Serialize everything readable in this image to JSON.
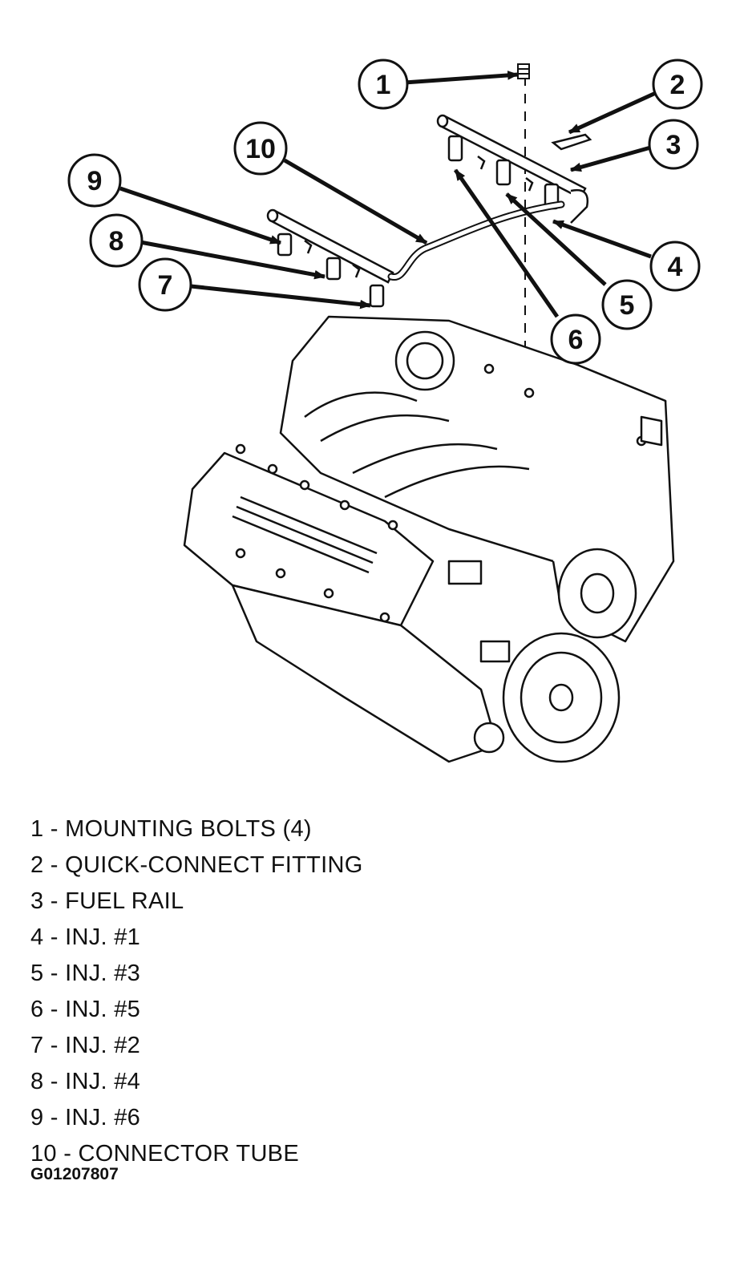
{
  "callouts": [
    "1",
    "2",
    "3",
    "4",
    "5",
    "6",
    "7",
    "8",
    "9",
    "10"
  ],
  "legend": [
    {
      "num": "1",
      "label": "MOUNTING BOLTS (4)"
    },
    {
      "num": "2",
      "label": "QUICK-CONNECT FITTING"
    },
    {
      "num": "3",
      "label": "FUEL RAIL"
    },
    {
      "num": "4",
      "label": "INJ. #1"
    },
    {
      "num": "5",
      "label": "INJ. #3"
    },
    {
      "num": "6",
      "label": "INJ. #5"
    },
    {
      "num": "7",
      "label": "INJ. #2"
    },
    {
      "num": "8",
      "label": "INJ. #4"
    },
    {
      "num": "9",
      "label": "INJ. #6"
    },
    {
      "num": "10",
      "label": "CONNECTOR TUBE"
    }
  ],
  "figure_id": "G01207807",
  "separator": " - "
}
